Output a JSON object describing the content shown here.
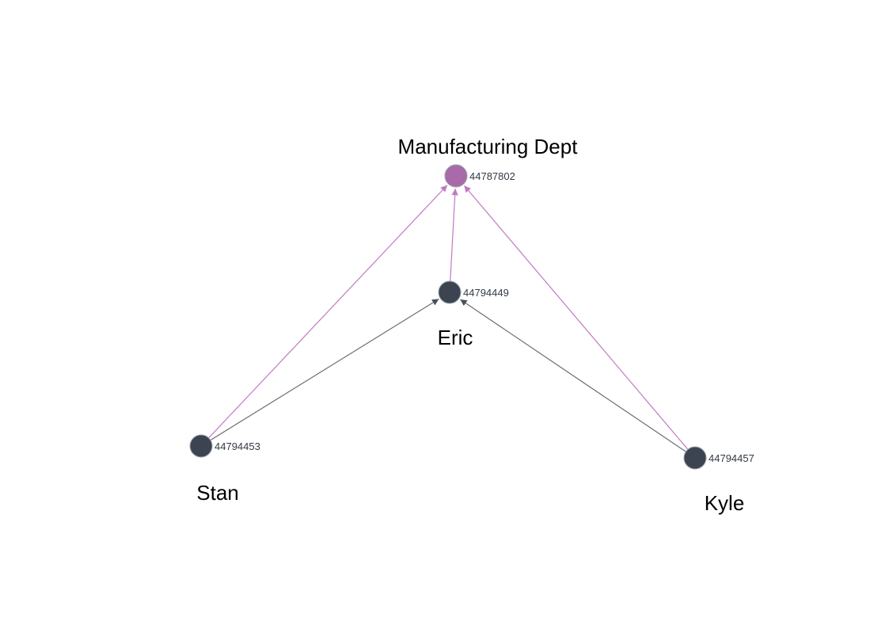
{
  "graph": {
    "colors": {
      "department_node": "#a86aa8",
      "person_node": "#3b4450",
      "department_edge": "#c07ac0",
      "person_edge": "#6b6e72"
    },
    "nodes": [
      {
        "key": "dept",
        "type": "department",
        "title": "Manufacturing Dept",
        "id_label": "44787802"
      },
      {
        "key": "eric",
        "type": "person",
        "title": "Eric",
        "id_label": "44794449"
      },
      {
        "key": "stan",
        "type": "person",
        "title": "Stan",
        "id_label": "44794453"
      },
      {
        "key": "kyle",
        "type": "person",
        "title": "Kyle",
        "id_label": "44794457"
      }
    ],
    "edges": [
      {
        "from": "stan",
        "to": "dept",
        "kind": "department"
      },
      {
        "from": "eric",
        "to": "dept",
        "kind": "department"
      },
      {
        "from": "kyle",
        "to": "dept",
        "kind": "department"
      },
      {
        "from": "stan",
        "to": "eric",
        "kind": "person"
      },
      {
        "from": "kyle",
        "to": "eric",
        "kind": "person"
      }
    ]
  }
}
